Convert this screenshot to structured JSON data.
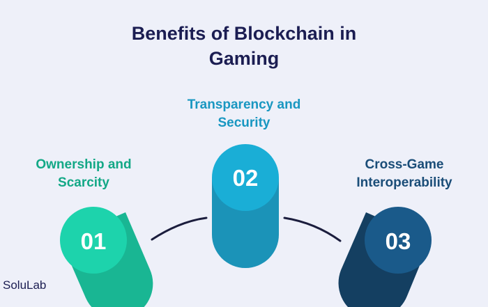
{
  "title_line1": "Benefits of Blockchain in",
  "title_line2": "Gaming",
  "benefits": [
    {
      "number": "01",
      "label_line1": "Ownership and",
      "label_line2": "Scarcity",
      "color_top": "#1dd3ac",
      "color_body": "#19b693"
    },
    {
      "number": "02",
      "label_line1": "Transparency and",
      "label_line2": "Security",
      "color_top": "#1aaed6",
      "color_body": "#1b93b8"
    },
    {
      "number": "03",
      "label_line1": "Cross-Game",
      "label_line2": "Interoperability",
      "color_top": "#1a5a8a",
      "color_body": "#143f61"
    }
  ],
  "brand": "SoluLab"
}
